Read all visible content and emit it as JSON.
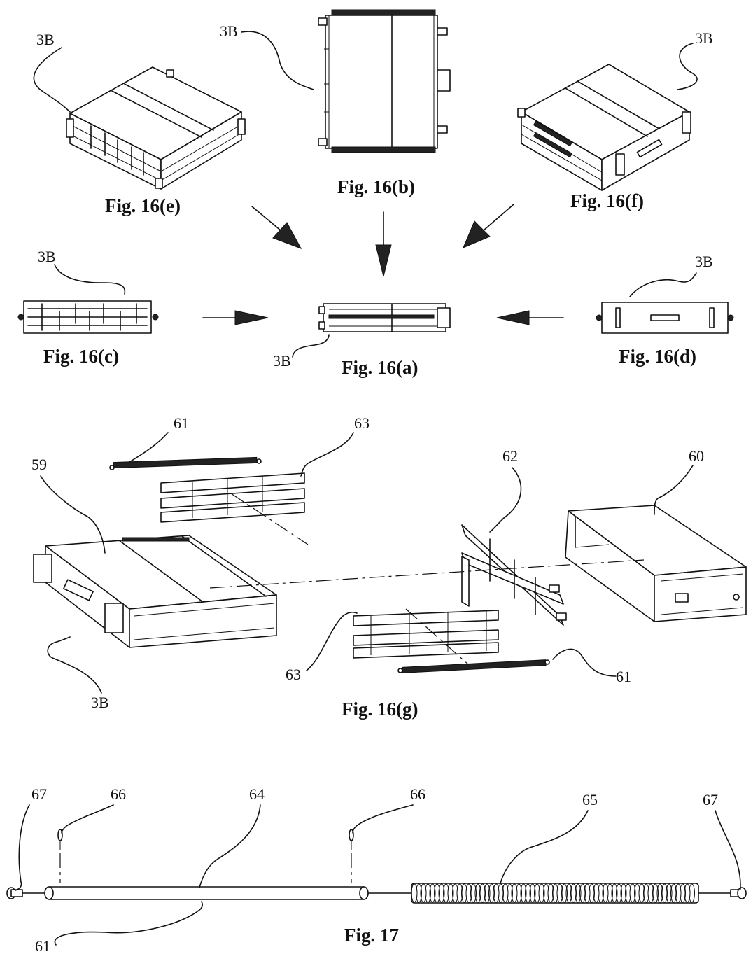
{
  "figures": {
    "fig16a": {
      "caption": "Fig. 16(a)",
      "ref": "3B"
    },
    "fig16b": {
      "caption": "Fig. 16(b)",
      "ref": "3B"
    },
    "fig16c": {
      "caption": "Fig. 16(c)",
      "ref": "3B"
    },
    "fig16d": {
      "caption": "Fig. 16(d)",
      "ref": "3B"
    },
    "fig16e": {
      "caption": "Fig. 16(e)",
      "ref": "3B"
    },
    "fig16f": {
      "caption": "Fig. 16(f)",
      "ref": "3B"
    },
    "fig16g": {
      "caption": "Fig. 16(g)",
      "refs": {
        "r59": "59",
        "r60": "60",
        "r61a": "61",
        "r61b": "61",
        "r62": "62",
        "r63a": "63",
        "r63b": "63",
        "r3b": "3B"
      }
    },
    "fig17": {
      "caption": "Fig. 17",
      "refs": {
        "r67a": "67",
        "r66a": "66",
        "r64": "64",
        "r66b": "66",
        "r65": "65",
        "r67b": "67",
        "r61": "61"
      }
    }
  },
  "icons": [
    "arrow-icon",
    "spring-icon",
    "pin-icon",
    "end-cap-icon"
  ]
}
